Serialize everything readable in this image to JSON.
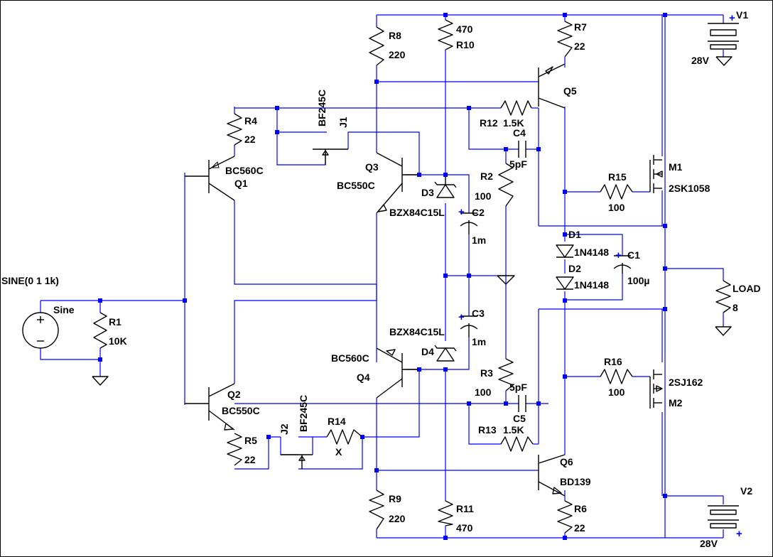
{
  "labels": {
    "v1": "V1",
    "v1_value": "28V",
    "v2": "V2",
    "v2_value": "28V",
    "r1": "R1",
    "r1_value": "10K",
    "r2": "R2",
    "r2_value": "100",
    "r3": "R3",
    "r3_value": "100",
    "r4": "R4",
    "r4_value": "22",
    "r5": "R5",
    "r5_value": "22",
    "r6": "R6",
    "r6_value": "22",
    "r7": "R7",
    "r7_value": "22",
    "r8": "R8",
    "r8_value": "220",
    "r9": "R9",
    "r9_value": "220",
    "r10": "R10",
    "r10_value": "470",
    "r11": "R11",
    "r11_value": "470",
    "r12": "R12",
    "r12_value": "1.5K",
    "r13": "R13",
    "r13_value": "1.5K",
    "r14": "R14",
    "r14_value": "X",
    "r15": "R15",
    "r15_value": "100",
    "r16": "R16",
    "r16_value": "100",
    "c1": "C1",
    "c1_value": "100µ",
    "c2": "C2",
    "c2_value": "1m",
    "c3": "C3",
    "c3_value": "1m",
    "c4": "C4",
    "c4_value": "5pF",
    "c5": "C5",
    "c5_value": "5pF",
    "d1": "D1",
    "d1_value": "1N4148",
    "d2": "D2",
    "d2_value": "1N4148",
    "d3": "D3",
    "d4": "D4",
    "zener_model": "BZX84C15L",
    "q1": "Q1",
    "q1_model": "BC560C",
    "q2": "Q2",
    "q2_model": "BC550C",
    "q3": "Q3",
    "q3_model": "BC550C",
    "q4": "Q4",
    "q4_model": "BC560C",
    "q5": "Q5",
    "q6": "Q6",
    "q6_model": "BD139",
    "j1": "J1",
    "j2": "J2",
    "jfet_model": "BF245C",
    "m1": "M1",
    "m1_model": "2SK1058",
    "m2": "M2",
    "m2_model": "2SJ162",
    "load": "LOAD",
    "load_value": "8",
    "source_name": "Sine",
    "source_spec": "SINE(0 1 1k)"
  },
  "colors": {
    "wire": "#0000ff",
    "component": "#000000",
    "junction": "#0000ff",
    "background": "#ffffff"
  }
}
